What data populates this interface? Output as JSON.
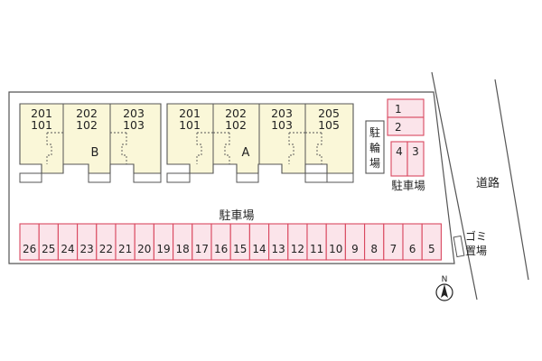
{
  "colors": {
    "building_fill": "#faf7d8",
    "parking_fill": "#fbe4ea",
    "parking_stroke": "#d9485f",
    "outline": "#555555",
    "lot_fill": "#ffffff"
  },
  "building_B": {
    "label": "B",
    "units": [
      {
        "upper": "201",
        "lower": "101"
      },
      {
        "upper": "202",
        "lower": "102"
      },
      {
        "upper": "203",
        "lower": "103"
      }
    ]
  },
  "building_A": {
    "label": "A",
    "units": [
      {
        "upper": "201",
        "lower": "101"
      },
      {
        "upper": "202",
        "lower": "102"
      },
      {
        "upper": "203",
        "lower": "103"
      },
      {
        "upper": "205",
        "lower": "105"
      }
    ]
  },
  "labels": {
    "bicycle_parking": [
      "駐",
      "輪",
      "場"
    ],
    "parking_main": "駐車場",
    "parking_small": "駐車場",
    "road": "道路",
    "garbage": [
      "ゴミ",
      "置場"
    ],
    "north": "N"
  },
  "parking_small_spots": [
    "1",
    "2",
    "4",
    "3"
  ],
  "parking_row_spots": [
    "26",
    "25",
    "24",
    "23",
    "22",
    "21",
    "20",
    "19",
    "18",
    "17",
    "16",
    "15",
    "14",
    "13",
    "12",
    "11",
    "10",
    "9",
    "8",
    "7",
    "6",
    "5"
  ]
}
